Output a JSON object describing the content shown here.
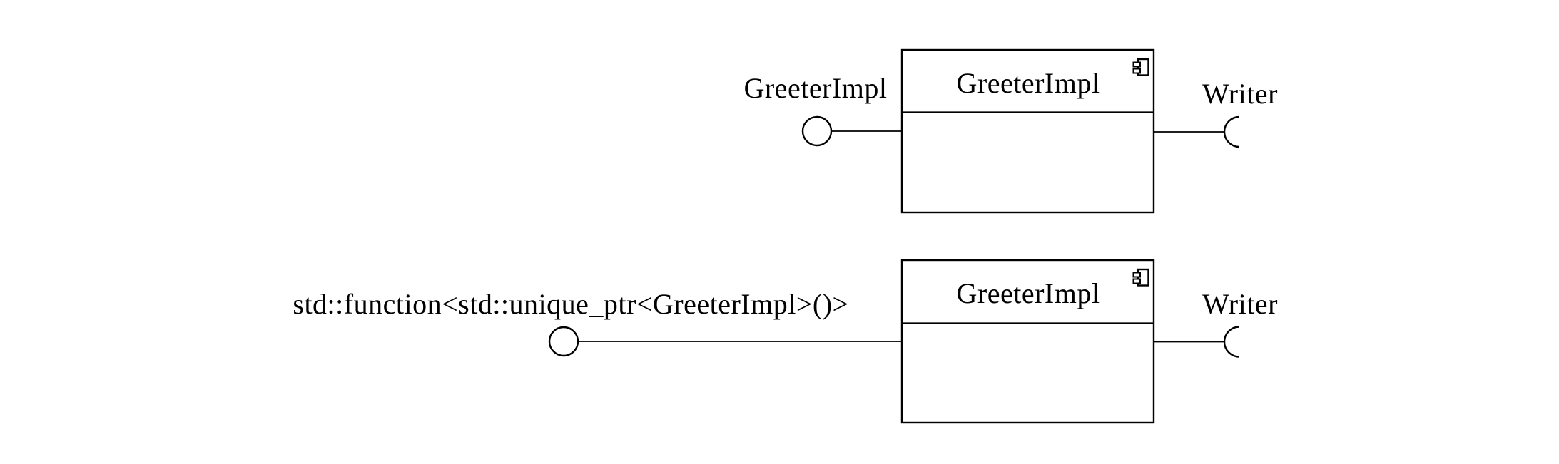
{
  "page": {
    "background": "#ffffff",
    "ink": "#000000"
  },
  "diagram": {
    "type": "uml-component-diagram",
    "components": [
      {
        "title": "GreeterImpl",
        "provided_interface": "GreeterImpl",
        "required_interface": "Writer"
      },
      {
        "title": "GreeterImpl",
        "provided_interface": "std::function<std::unique_ptr<GreeterImpl>()>",
        "required_interface": "Writer"
      }
    ]
  }
}
